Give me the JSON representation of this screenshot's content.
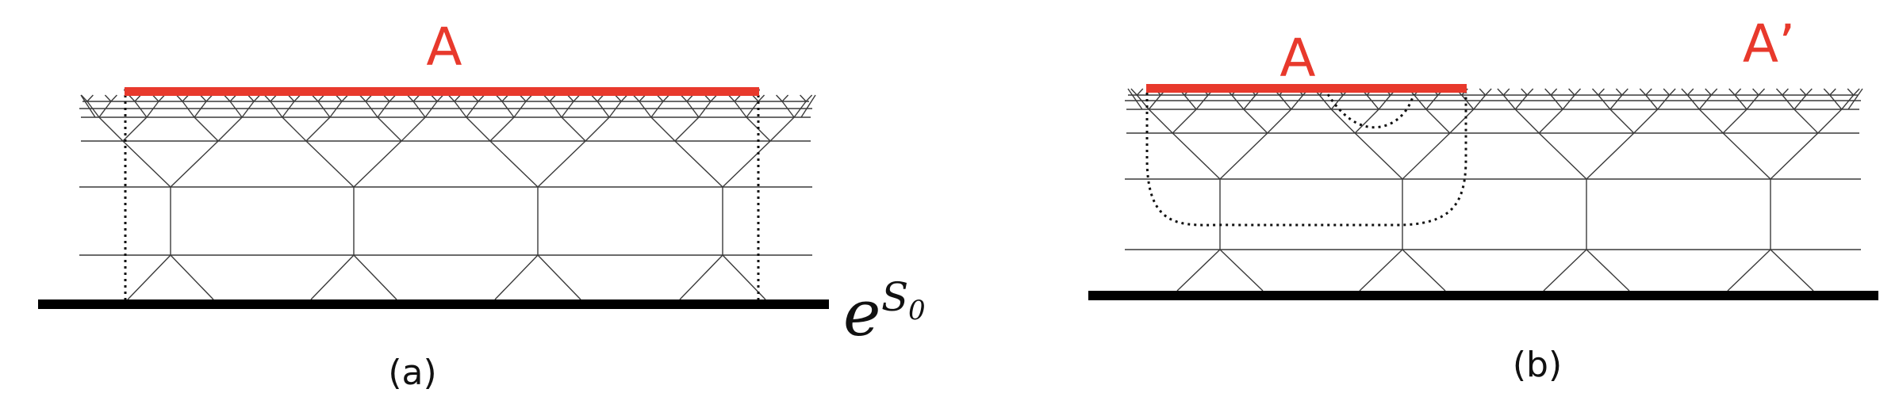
{
  "panel_a": {
    "region_label": "A",
    "caption": "(a)",
    "boundary_entropy": {
      "base": "e",
      "exponent": "S",
      "subscript": "0"
    }
  },
  "panel_b": {
    "region_label": "A",
    "region_label_prime": "A’",
    "caption": "(b)"
  },
  "colors": {
    "region": "#e8392c",
    "network_lines": "#3a3a3a",
    "brane": "#000000",
    "dotted": "#111111"
  }
}
